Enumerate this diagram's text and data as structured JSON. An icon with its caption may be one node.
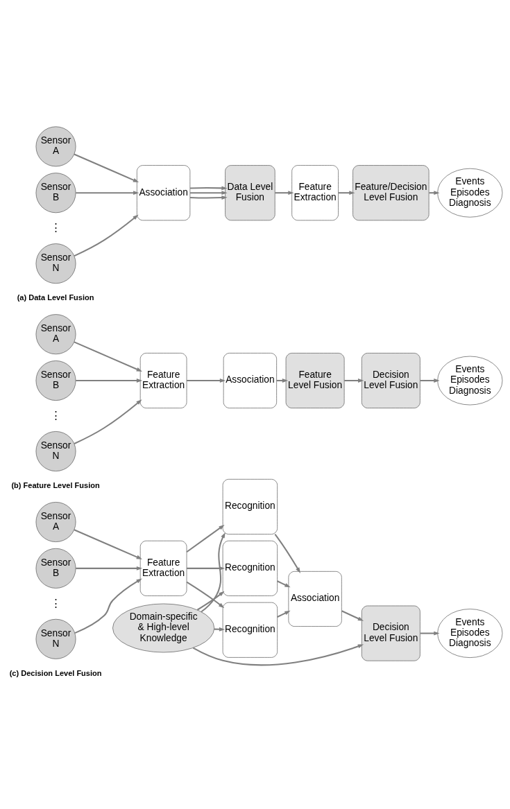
{
  "diagram": {
    "nodes": [
      {
        "text": [
          "Sensor A"
        ]
      },
      {
        "text": [
          "Sensor B"
        ]
      },
      {
        "text": [
          "Sensor N"
        ]
      },
      {
        "text": [
          "Association"
        ]
      },
      {
        "text": [
          "Data Level Fusion"
        ]
      },
      {
        "text": [
          "Feature Extraction"
        ]
      },
      {
        "text": [
          "Feature/Decision Level Fusion"
        ]
      },
      {
        "text": [
          "Events Episodes Diagnosis"
        ]
      },
      {
        "text": [
          "Sensor A"
        ]
      },
      {
        "text": [
          "Sensor B"
        ]
      },
      {
        "text": [
          "Sensor N"
        ]
      },
      {
        "text": [
          "Feature Extraction"
        ]
      },
      {
        "text": [
          "Association"
        ]
      },
      {
        "text": [
          "Feature Level Fusion"
        ]
      },
      {
        "text": [
          "Decision Level Fusion"
        ]
      },
      {
        "text": [
          "Events Episodes Diagnosis"
        ]
      },
      {
        "text": [
          "Sensor A"
        ]
      },
      {
        "text": [
          "Sensor B"
        ]
      },
      {
        "text": [
          "Sensor N"
        ]
      },
      {
        "text": [
          "Feature Extraction"
        ]
      },
      {
        "text": [
          "Recognition"
        ]
      },
      {
        "text": [
          "Recognition"
        ]
      },
      {
        "text": [
          "Recognition"
        ]
      },
      {
        "text": [
          "Association"
        ]
      },
      {
        "text": [
          "Decision Level Fusion"
        ]
      },
      {
        "text": [
          "Events Episodes Diagnosis"
        ]
      },
      {
        "text": [
          "Domain-specific & High-level Knowledge"
        ]
      }
    ],
    "edges": [
      {
        "from": 0,
        "to": 3,
        "arrow": "to"
      },
      {
        "from": 1,
        "to": 3,
        "arrow": "to"
      },
      {
        "from": 2,
        "to": 3,
        "arrow": "to"
      },
      {
        "from": 3,
        "to": 4,
        "arrow": "to"
      },
      {
        "from": 3,
        "to": 4,
        "arrow": "to"
      },
      {
        "from": 3,
        "to": 4,
        "arrow": "to"
      },
      {
        "from": 4,
        "to": 5,
        "arrow": "to"
      },
      {
        "from": 5,
        "to": 6,
        "arrow": "to"
      },
      {
        "from": 6,
        "to": 7,
        "arrow": "to"
      },
      {
        "from": 8,
        "to": 11,
        "arrow": "to"
      },
      {
        "from": 9,
        "to": 11,
        "arrow": "to"
      },
      {
        "from": 10,
        "to": 11,
        "arrow": "to"
      },
      {
        "from": 11,
        "to": 12,
        "arrow": "to"
      },
      {
        "from": 12,
        "to": 13,
        "arrow": "to"
      },
      {
        "from": 13,
        "to": 14,
        "arrow": "to"
      },
      {
        "from": 14,
        "to": 15,
        "arrow": "to"
      },
      {
        "from": 16,
        "to": 19,
        "arrow": "to"
      },
      {
        "from": 17,
        "to": 19,
        "arrow": "to"
      },
      {
        "from": 18,
        "to": 19,
        "arrow": "to"
      },
      {
        "from": 19,
        "to": 20,
        "arrow": "to"
      },
      {
        "from": 19,
        "to": 21,
        "arrow": "to"
      },
      {
        "from": 19,
        "to": 22,
        "arrow": "to"
      },
      {
        "from": 20,
        "to": 23,
        "arrow": "to"
      },
      {
        "from": 21,
        "to": 23,
        "arrow": "to"
      },
      {
        "from": 22,
        "to": 23,
        "arrow": "to"
      },
      {
        "from": 23,
        "to": 24,
        "arrow": "to"
      },
      {
        "from": 24,
        "to": 25,
        "arrow": "to"
      },
      {
        "from": 26,
        "to": 20,
        "arrow": "to"
      },
      {
        "from": 26,
        "to": 21,
        "arrow": "to"
      },
      {
        "from": 26,
        "to": 22,
        "arrow": "to"
      },
      {
        "from": 26,
        "to": 24,
        "arrow": "to"
      }
    ],
    "labels": [
      "⋮",
      "(a) Data Level Fusion",
      "⋮",
      "(b) Feature Level Fusion",
      "⋮",
      "(c) Decision Level Fusion"
    ]
  }
}
